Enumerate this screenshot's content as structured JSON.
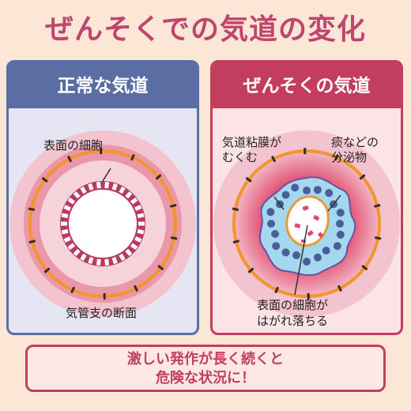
{
  "title": "ぜんそくでの気道の変化",
  "normal": {
    "heading": "正常な気道",
    "label_surface": "表面の細胞",
    "label_section": "気管支の断面"
  },
  "asthma": {
    "heading": "ぜんそくの気道",
    "label_swelling_1": "気道粘膜が",
    "label_swelling_2": "むくむ",
    "label_secretion_1": "痰などの",
    "label_secretion_2": "分泌物",
    "label_shedding_1": "表面の細胞が",
    "label_shedding_2": "はがれ落ちる"
  },
  "callout": {
    "line1": "激しい発作が長く続くと",
    "line2": "危険な状況に！"
  },
  "colors": {
    "title": "#c0456e",
    "normal_accent": "#5a6ea3",
    "asthma_accent": "#c23d5e",
    "background": "#fce6d6"
  }
}
